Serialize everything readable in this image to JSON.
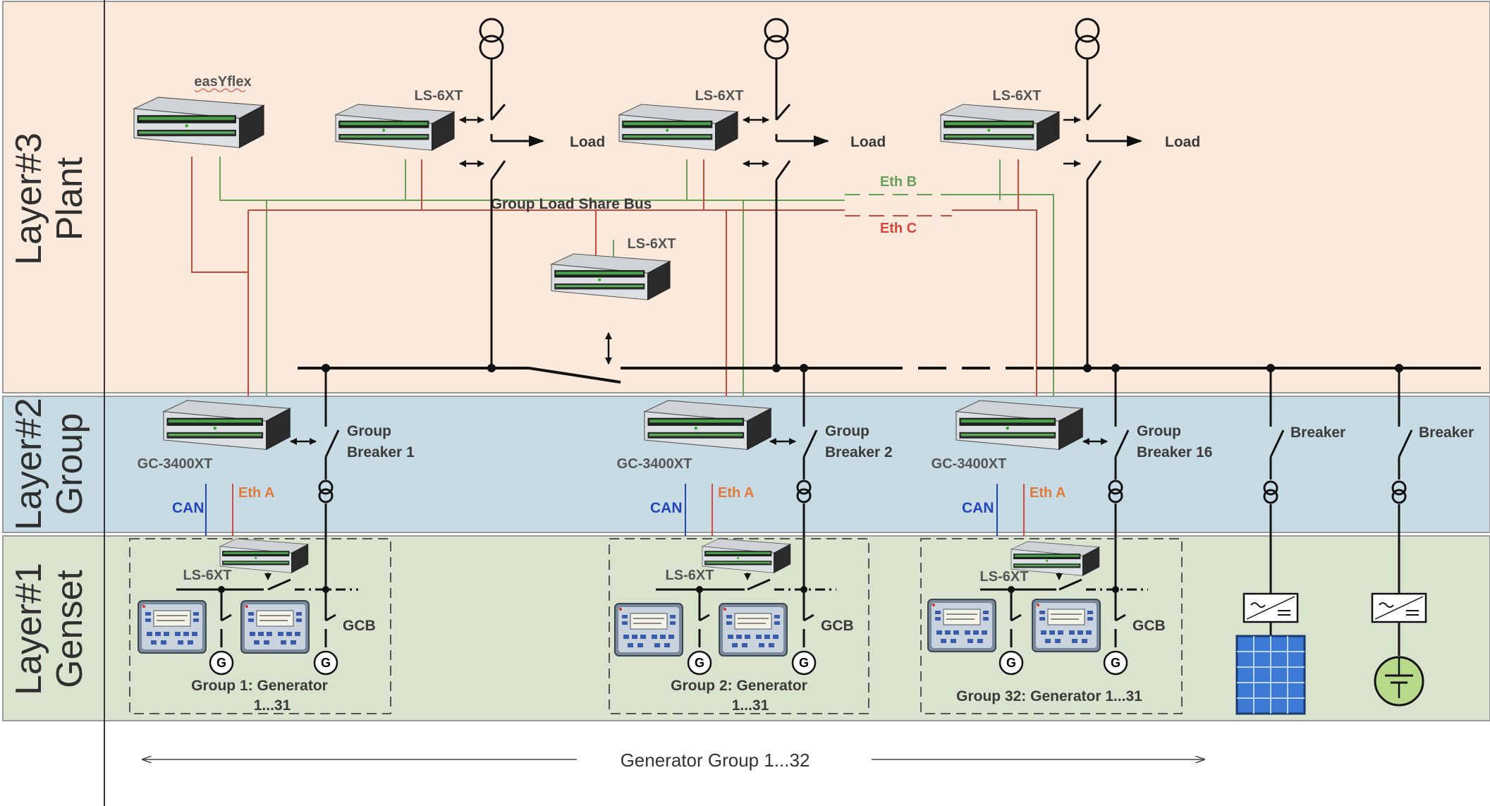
{
  "layers": {
    "plant": {
      "number": "Layer#3",
      "name": "Plant"
    },
    "group": {
      "number": "Layer#2",
      "name": "Group"
    },
    "genset": {
      "number": "Layer#1",
      "name": "Genset"
    }
  },
  "plant": {
    "easyflex_label": "easYflex",
    "ls6xt_label": "LS-6XT",
    "load_label": "Load",
    "group_load_share_bus": "Group Load Share Bus",
    "eth_b": "Eth B",
    "eth_c": "Eth C"
  },
  "group": {
    "controller_label": "GC-3400XT",
    "can_label": "CAN",
    "eth_a_label": "Eth A",
    "breaker_word_1": "Group",
    "breaker_1_line2": "Breaker 1",
    "breaker_2_line2": "Breaker 2",
    "breaker_16_line2": "Breaker 16",
    "breaker_label": "Breaker"
  },
  "genset": {
    "ls6xt_label": "LS-6XT",
    "gcb_label": "GCB",
    "generator_symbol": "G",
    "group1_line1": "Group 1: Generator",
    "group1_line2": "1...31",
    "group2_line1": "Group 2: Generator",
    "group2_line2": "1...31",
    "group32_label": "Group 32: Generator 1...31"
  },
  "footer": {
    "generator_group_range": "Generator Group 1...32"
  },
  "colors": {
    "plant_bg": "#fbe9dc",
    "group_bg": "#c6dbe4",
    "genset_bg": "#d9e3cd",
    "eth_b": "#6aa15a",
    "eth_c": "#d2473c",
    "eth_a": "#e07a3c",
    "can": "#2246b8"
  },
  "icons": [
    "transformer-icon",
    "breaker-switch-icon",
    "current-transformer-icon",
    "generator-icon",
    "inverter-icon",
    "solar-panel-icon",
    "battery-icon",
    "controller-module-icon",
    "genset-controller-icon"
  ]
}
